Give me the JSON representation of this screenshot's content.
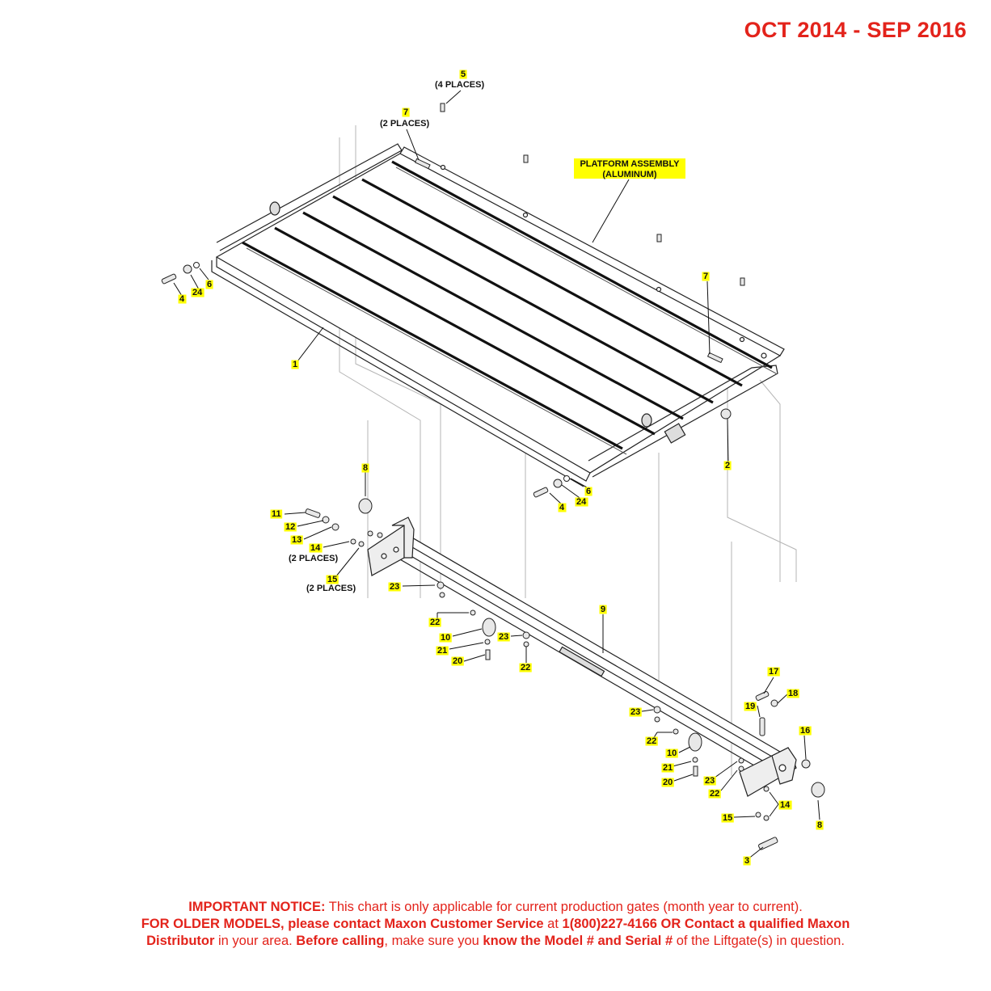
{
  "header": {
    "date_range": "OCT 2014 - SEP 2016"
  },
  "assembly_label": {
    "line1": "PLATFORM ASSEMBLY",
    "line2": "(ALUMINUM)"
  },
  "callouts": {
    "c5": "5",
    "c5_note": "(4 PLACES)",
    "c7a": "7",
    "c7a_note": "(2 PLACES)",
    "c7b": "7",
    "c4a": "4",
    "c24a": "24",
    "c6a": "6",
    "c1": "1",
    "c2": "2",
    "c4b": "4",
    "c24b": "24",
    "c6b": "6",
    "c8a": "8",
    "c11": "11",
    "c12": "12",
    "c13": "13",
    "c14a": "14",
    "c14a_note": "(2 PLACES)",
    "c15a": "15",
    "c15a_note": "(2 PLACES)",
    "c23a": "23",
    "c22a": "22",
    "c10a": "10",
    "c21a": "21",
    "c20a": "20",
    "c23b": "23",
    "c22b": "22",
    "c9": "9",
    "c17": "17",
    "c18": "18",
    "c19": "19",
    "c16": "16",
    "c23c": "23",
    "c22c": "22",
    "c10b": "10",
    "c21b": "21",
    "c20b": "20",
    "c23d": "23",
    "c22d": "22",
    "c14b": "14",
    "c15b": "15",
    "c8b": "8",
    "c3": "3"
  },
  "notice": {
    "l1_bold": "IMPORTANT NOTICE:",
    "l1_text": " This chart is only applicable for current production gates (month year to current).",
    "l2_bold": "FOR OLDER MODELS, please contact Maxon Customer Service",
    "l2_text": " at ",
    "l2_bold2": "1(800)227-4166 OR Contact a qualified Maxon",
    "l3_bold": "Distributor",
    "l3_text": " in your area. ",
    "l3_bold2": "Before calling",
    "l3_text2": ", make sure you ",
    "l3_bold3": "know the Model # and Serial #",
    "l3_text3": " of the Liftgate(s) in question."
  },
  "colors": {
    "accent_red": "#e3231b",
    "highlight_yellow": "#ffff00",
    "line": "#222222"
  }
}
